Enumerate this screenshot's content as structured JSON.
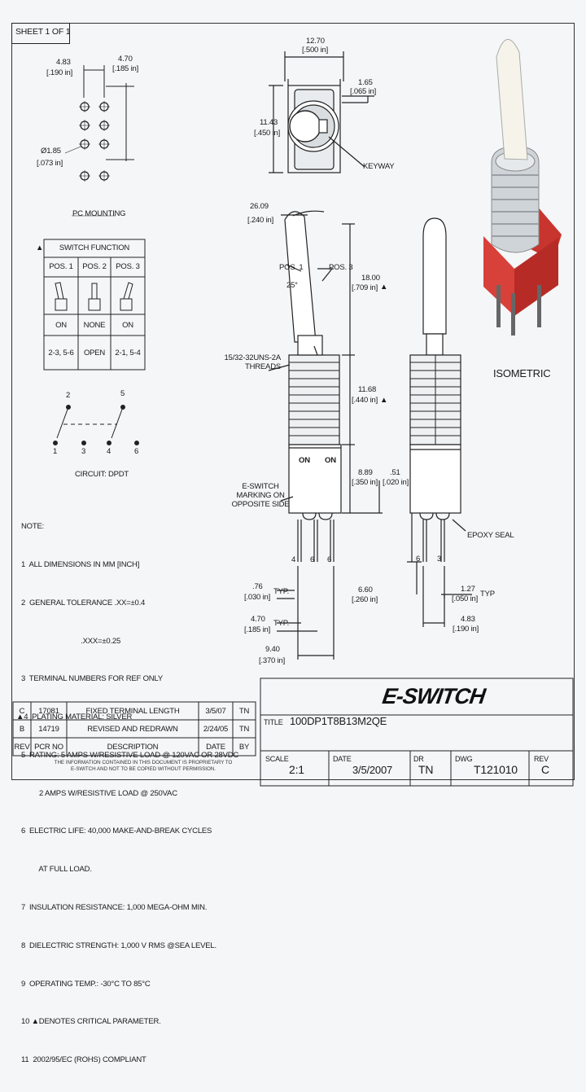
{
  "sheet_label": "SHEET 1 OF 1",
  "pc_mounting": {
    "title": "PC MOUNTING",
    "dim_a_mm": "4.83",
    "dim_a_in": "[.190 in]",
    "dim_b_mm": "4.70",
    "dim_b_in": "[.185 in]",
    "hole_mm": "Ø1.85",
    "hole_in": "[.073 in]"
  },
  "top_view": {
    "width_mm": "12.70",
    "width_in": "[.500 in]",
    "height_mm": "11.43",
    "height_in": "[.450 in]",
    "key_mm": "1.65",
    "key_in": "[.065 in]",
    "keyway": "KEYWAY"
  },
  "front_view": {
    "angle_mm": "26.09",
    "angle_in": "[.240 in]",
    "pos1": "POS. 1",
    "pos3": "POS. 3",
    "deg": "25°",
    "lever_mm": "18.00",
    "lever_in": "[.709 in]",
    "threads": "15/32-32UNS-2A\nTHREADS",
    "bushing_mm": "11.68",
    "bushing_in": "[.440 in]",
    "on_left": "ON",
    "on_right": "ON",
    "marking": "E-SWITCH\nMARKING ON\nOPPOSITE SIDE",
    "body_mm": "8.89",
    "body_in": "[.350 in]",
    "t_mm": ".51",
    "t_in": "[.020 in]",
    "term_left": "4",
    "term_mid": "6",
    "term_right": "6",
    "term_pitch_mm": ".76",
    "term_pitch_in": "[.030 in]",
    "typ": "TYP.",
    "pin_mm": "4.70",
    "pin_in": "[.185 in]",
    "total_mm": "9.40",
    "total_in": "[.370 in]"
  },
  "side_view": {
    "epoxy": "EPOXY SEAL",
    "lead_mm": "6.60",
    "lead_in": "[.260 in]",
    "pin_w_mm": "1.27",
    "pin_w_in": "[.050 in]",
    "typ": "TYP",
    "pin_sp_mm": "4.83",
    "pin_sp_in": "[.190 in]",
    "term_a": "6",
    "term_b": "3"
  },
  "isometric": "ISOMETRIC",
  "switch_function": {
    "title": "SWITCH FUNCTION",
    "marker": "▲",
    "headers": [
      "POS. 1",
      "POS. 2",
      "POS. 3"
    ],
    "states": [
      "ON",
      "NONE",
      "ON"
    ],
    "connections": [
      "2-3, 5-6",
      "OPEN",
      "2-1, 5-4"
    ]
  },
  "circuit": {
    "title": "CIRCUIT: DPDT",
    "labels": [
      "2",
      "5",
      "1",
      "3",
      "4",
      "6"
    ]
  },
  "notes": {
    "title": "NOTE:",
    "items": [
      "1  ALL DIMENSIONS IN MM [INCH]",
      "2  GENERAL TOLERANCE .XX=±0.4",
      "                              .XXX=±0.25",
      "3  TERMINAL NUMBERS FOR REF ONLY",
      "▲4  PLATING MATERIAL: SILVER",
      "5  RATING: 5 AMPS W/RESISTIVE LOAD @ 120VAC OR 28VDC",
      "         2 AMPS W/RESISTIVE LOAD @ 250VAC",
      "6  ELECTRIC LIFE: 40,000 MAKE-AND-BREAK CYCLES",
      "         AT FULL LOAD.",
      "7  INSULATION RESISTANCE: 1,000 MEGA-OHM MIN.",
      "8  DIELECTRIC STRENGTH: 1,000 V RMS @SEA LEVEL.",
      "9  OPERATING TEMP.: -30°C TO 85°C",
      "10 ▲DENOTES CRITICAL PARAMETER.",
      "11  2002/95/EC (ROHS) COMPLIANT"
    ]
  },
  "revisions": {
    "rows": [
      {
        "rev": "C",
        "pcr": "17081",
        "desc": "FIXED TERMINAL LENGTH",
        "date": "3/5/07",
        "by": "TN"
      },
      {
        "rev": "B",
        "pcr": "14719",
        "desc": "REVISED AND REDRAWN",
        "date": "2/24/05",
        "by": "TN"
      }
    ],
    "headers": {
      "rev": "REV",
      "pcr": "PCR NO",
      "desc": "DESCRIPTION",
      "date": "DATE",
      "by": "BY"
    }
  },
  "disclaimer": "THE INFORMATION CONTAINED IN THIS DOCUMENT IS PROPRIETARY TO E-SWITCH AND NOT TO BE COPIED WITHOUT PERMISSION.",
  "title_block": {
    "logo": "E-SWITCH",
    "title_label": "TITLE",
    "title": "100DP1T8B13M2QE",
    "scale_label": "SCALE",
    "scale": "2:1",
    "date_label": "DATE",
    "date": "3/5/2007",
    "dr_label": "DR",
    "dr": "TN",
    "dwg_label": "DWG",
    "dwg": "T121010",
    "rev_label": "REV",
    "rev": "C"
  }
}
